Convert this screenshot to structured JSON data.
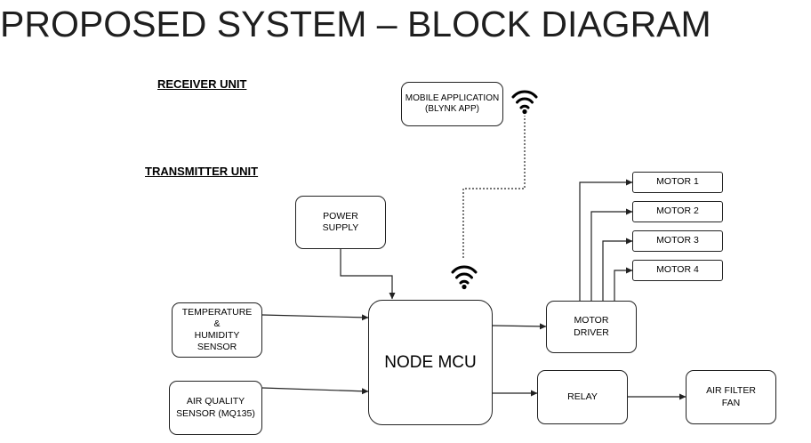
{
  "title": "PROPOSED SYSTEM – BLOCK DIAGRAM",
  "labels": {
    "receiver_unit": "RECEIVER UNIT",
    "transmitter_unit": "TRANSMITTER UNIT"
  },
  "blocks": {
    "mobile_app": "MOBILE APPLICATION\n(BLYNK APP)",
    "power_supply": "POWER\nSUPPLY",
    "temp_humidity": "TEMPERATURE\n&\nHUMIDITY SENSOR",
    "air_quality": "AIR QUALITY\nSENSOR  (MQ135)",
    "node_mcu": "NODE MCU",
    "motor_driver": "MOTOR\nDRIVER",
    "relay": "RELAY",
    "air_filter_fan": "AIR  FILTER\nFAN",
    "motor_1": "MOTOR 1",
    "motor_2": "MOTOR 2",
    "motor_3": "MOTOR 3",
    "motor_4": "MOTOR 4"
  },
  "icons": {
    "wifi_receiver": "wifi-icon",
    "wifi_transmitter": "wifi-icon"
  },
  "colors": {
    "line": "#222222",
    "title": "#1f1f1f"
  }
}
